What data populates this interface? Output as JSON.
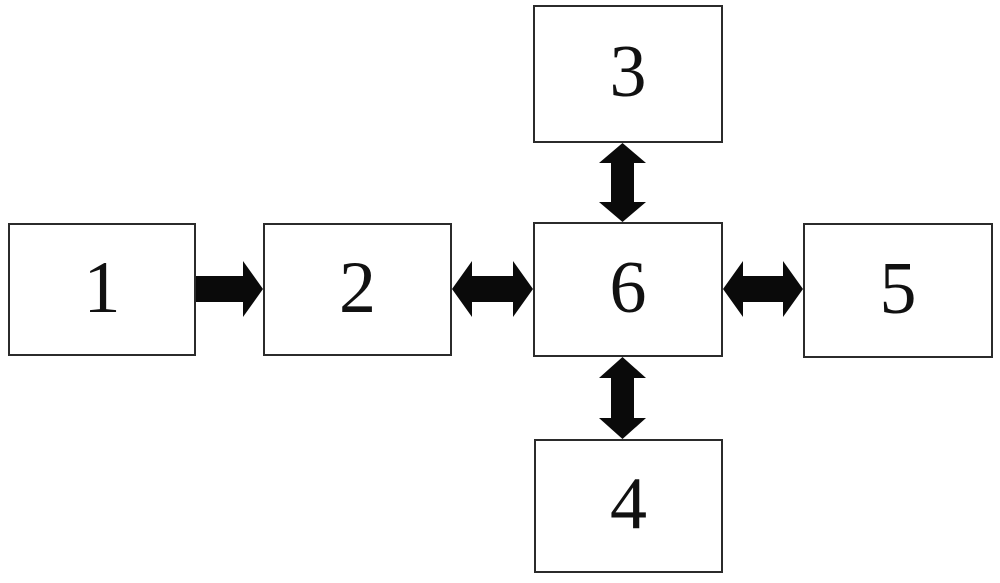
{
  "diagram": {
    "title": "numbered-block-diagram",
    "boxes": [
      {
        "id": "1",
        "label": "1"
      },
      {
        "id": "2",
        "label": "2"
      },
      {
        "id": "3",
        "label": "3"
      },
      {
        "id": "4",
        "label": "4"
      },
      {
        "id": "5",
        "label": "5"
      },
      {
        "id": "6",
        "label": "6"
      }
    ],
    "connections": [
      {
        "from": "1",
        "to": "2",
        "type": "single",
        "direction": "right"
      },
      {
        "from": "2",
        "to": "6",
        "type": "double",
        "direction": "horizontal"
      },
      {
        "from": "3",
        "to": "6",
        "type": "double",
        "direction": "vertical"
      },
      {
        "from": "6",
        "to": "4",
        "type": "double",
        "direction": "vertical"
      },
      {
        "from": "6",
        "to": "5",
        "type": "double",
        "direction": "horizontal"
      }
    ],
    "colors": {
      "background": "#ffffff",
      "box_fill": "#ffffff",
      "box_border": "#2b2b2b",
      "arrow": "#0a0a0a",
      "text": "#111111"
    }
  }
}
